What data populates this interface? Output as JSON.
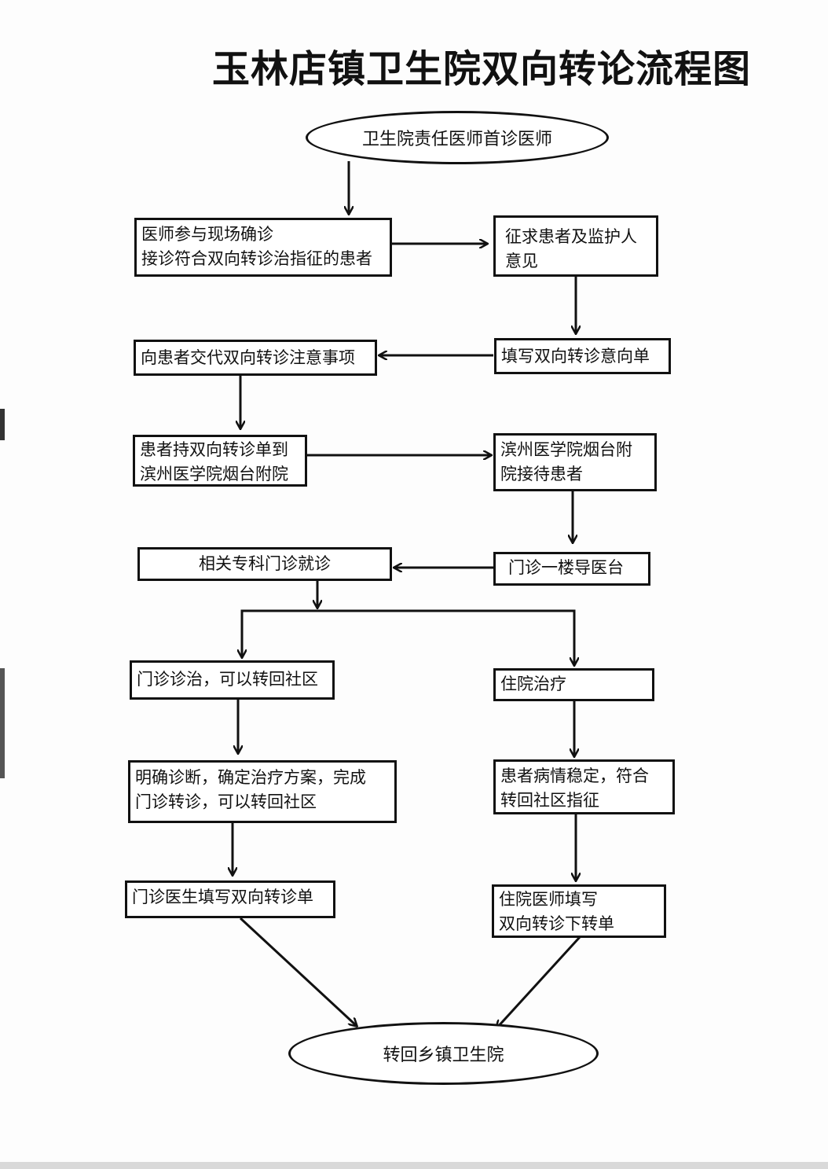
{
  "title": "玉林店镇卫生院双向转论流程图",
  "nodes": {
    "start": "卫生院责任医师首诊医师",
    "confirm": "医师参与现场确诊\n接诊符合双向转诊治指征的患者",
    "consent": "征求患者及监护人\n意见",
    "form": "填写双向转诊意向单",
    "notice": "向患者交代双向转诊注意事项",
    "carry": "患者持双向转诊单到\n滨州医学院烟台附院",
    "receive": "滨州医学院烟台附\n院接待患者",
    "guide": "门诊一楼导医台",
    "specialty": "相关专科门诊就诊",
    "outpatient": "门诊诊治，可以转回社区",
    "inpatient": "住院治疗",
    "diagnosis": "明确诊断，确定治疗方案，完成\n门诊转诊，可以转回社区",
    "stable": "患者病情稳定，符合\n转回社区指征",
    "opd_form": "门诊医生填写双向转诊单",
    "ipd_form": "住院医师填写\n 双向转诊下转单",
    "end": "转回乡镇卫生院"
  }
}
